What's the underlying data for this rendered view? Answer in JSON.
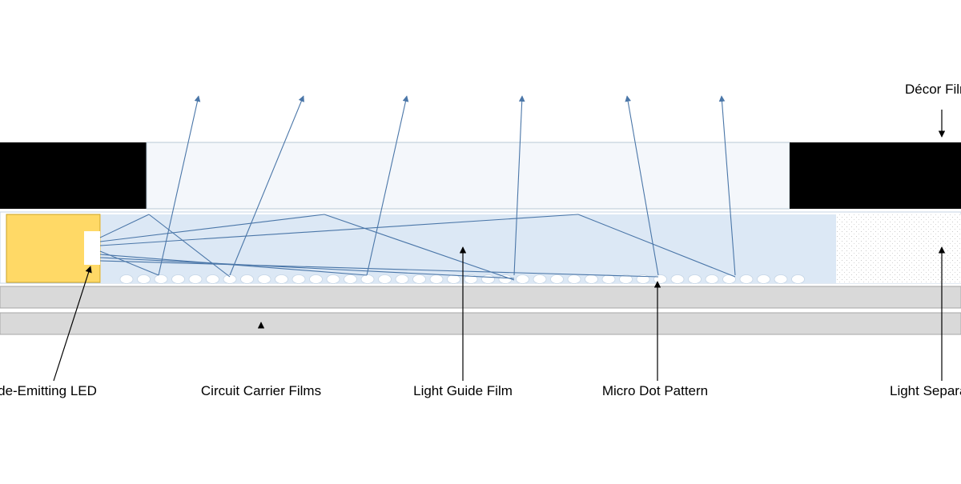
{
  "labels": {
    "decor_film": "Décor Film",
    "side_emitting_led": "Side-Emitting LED",
    "circuit_carrier_films": "Circuit Carrier Films",
    "light_guide_film": "Light Guide Film",
    "micro_dot_pattern": "Micro Dot Pattern",
    "light_separator": "Light Separator"
  },
  "colors": {
    "decor_black": "#000000",
    "decor_window": "#f4f7fb",
    "decor_window_border": "#b8cad6",
    "light_guide_fill": "#dce8f5",
    "light_guide_border": "#c5d5e6",
    "led_body": "#ffd966",
    "led_border": "#c9a227",
    "carrier_fill": "#d9d9d9",
    "carrier_border": "#a6a6a6",
    "ray": "#4a76a8",
    "dot_stroke": "#c5d5e6"
  },
  "icons": {
    "micro_dot": "micro-dot-bump",
    "ray_arrow": "arrowhead"
  }
}
